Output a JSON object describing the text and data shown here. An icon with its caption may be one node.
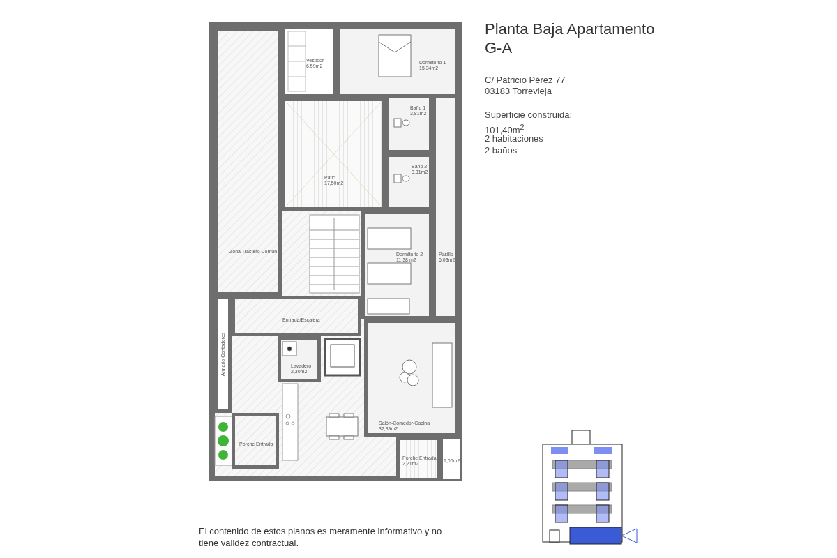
{
  "diagram": {
    "title": "Planta Baja Apartamento G-A",
    "caption": "El contenido de estos planos es meramente informativo y no tiene validez contractual.",
    "nodes": [
      {
        "text": [
          "Zona Trastero Común"
        ]
      },
      {
        "text": [
          "Vestidor",
          "6,59m2"
        ]
      },
      {
        "text": [
          "Dormitorio 1",
          "15,34m2"
        ]
      },
      {
        "text": [
          "Baño 1",
          "3,81m2"
        ]
      },
      {
        "text": [
          "Patio",
          "17,50m2"
        ]
      },
      {
        "text": [
          "Baño 2",
          "3,81m2"
        ]
      },
      {
        "text": [
          "Dormitorio 2",
          "11,38 m2"
        ]
      },
      {
        "text": [
          "Pasillo",
          "6,03m2"
        ]
      },
      {
        "text": [
          "Entrada/Escalera"
        ]
      },
      {
        "text": [
          "Armario Contadores"
        ]
      },
      {
        "text": [
          "Lavadero",
          "2,30m2"
        ]
      },
      {
        "text": [
          "Salón-Comedor-Cocina",
          "32,39m2"
        ]
      },
      {
        "text": [
          "Porche Entrada"
        ]
      },
      {
        "text": [
          "Porche Entrada",
          "2,21m2"
        ]
      },
      {
        "text": [
          "1,00m2"
        ]
      }
    ],
    "labels": [
      "C/ Patricio Pérez 77",
      "03183 Torrevieja",
      "Superficie construida:",
      "101,40m$^{2}$",
      "2 habitaciones",
      "2 baños"
    ]
  }
}
